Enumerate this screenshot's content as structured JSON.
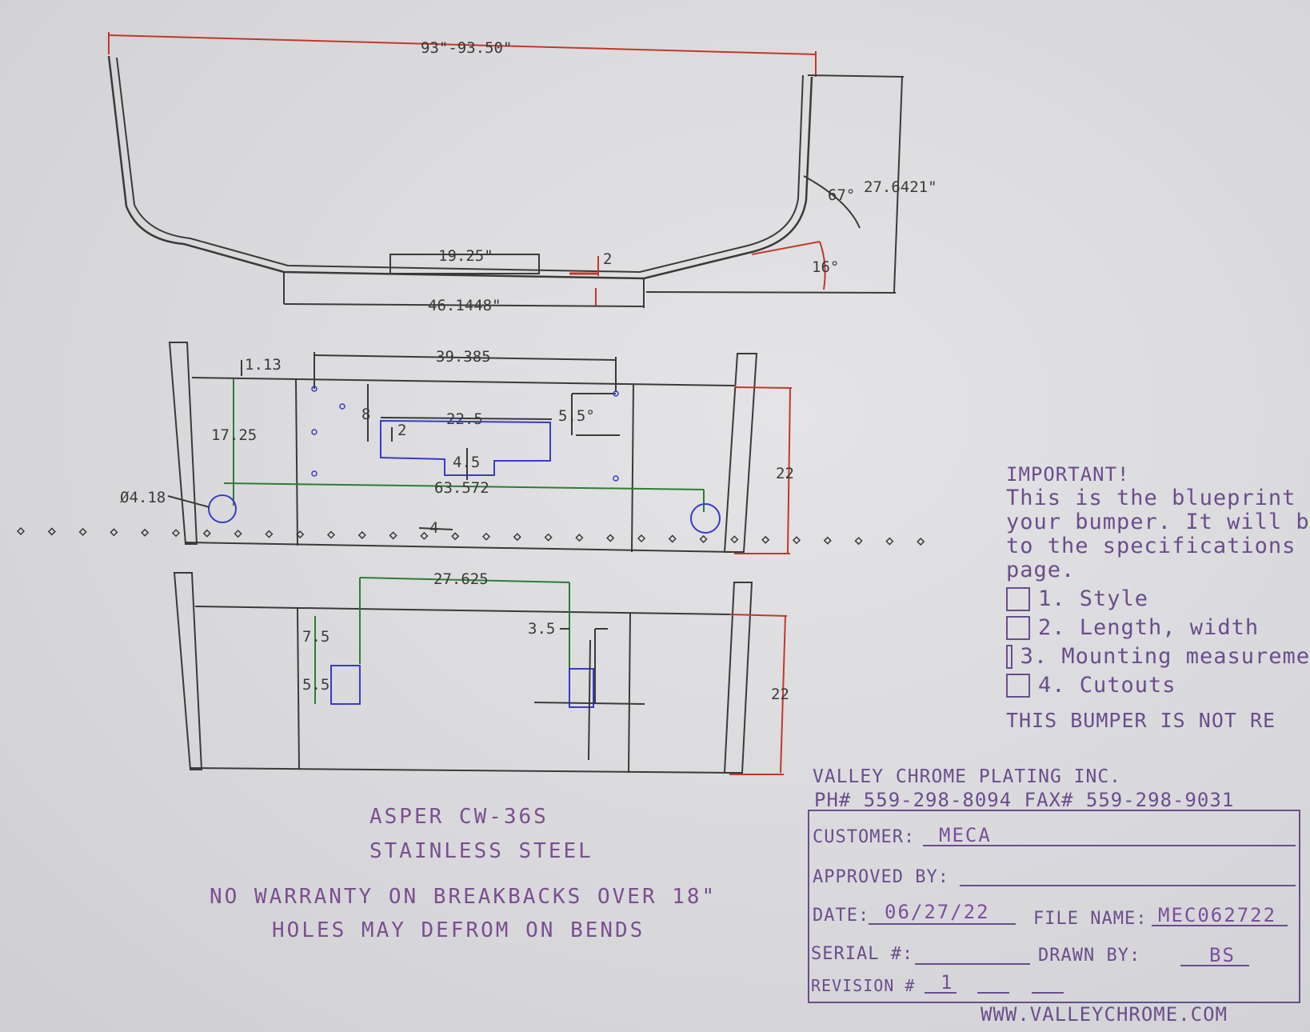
{
  "dimensions": {
    "overall_width": "93\"-93.50\"",
    "height": "27.6421\"",
    "angle_top": "67°",
    "angle_bottom": "16°",
    "top_cutout": "19.25\"",
    "center_width": "46.1448\"",
    "r2_a": "2",
    "d_1_13": "1.13",
    "d_39_385": "39.385",
    "d_17_25": "17.25",
    "d_8": "8",
    "d_22_5": "22.5",
    "r2_b": "2",
    "d_5_5_deg": "5.5°",
    "d_4_5": "4.5",
    "d_63_572": "63.572",
    "d_dia": "Ø4.18",
    "d_22_a": "22",
    "d_4": "4",
    "d_27_625": "27.625",
    "d_7_5": "7.5",
    "d_3_5": "3.5",
    "d_5_5": "5.5",
    "d_22_b": "22"
  },
  "important": {
    "heading": "IMPORTANT!",
    "lines": [
      "This is the blueprint",
      "your bumper. It will be",
      "to the specifications",
      "page."
    ],
    "checklist": [
      "1. Style",
      "2. Length, width",
      "3. Mounting measureme",
      "4. Cutouts"
    ],
    "warning": "THIS BUMPER IS NOT RE"
  },
  "product": {
    "model": "ASPER CW-36S",
    "material": "STAINLESS STEEL",
    "warning1": "NO WARRANTY ON BREAKBACKS OVER 18\"",
    "warning2": "HOLES MAY DEFROM ON BENDS"
  },
  "title_block": {
    "company": "VALLEY CHROME PLATING INC.",
    "phone": "PH# 559-298-8094 FAX# 559-298-9031",
    "customer_label": "CUSTOMER:",
    "customer": "MECA",
    "approved_label": "APPROVED BY:",
    "date_label": "DATE:",
    "date": "06/27/22",
    "file_label": "FILE NAME:",
    "file": "MEC062722",
    "serial_label": "SERIAL #:",
    "drawn_label": "DRAWN BY:",
    "drawn": "BS",
    "revision_label": "REVISION #",
    "revision": "1",
    "website": "WWW.VALLEYCHROME.COM"
  },
  "colors": {
    "outline": "#3a3a3a",
    "dimension_red": "#c0392b",
    "dimension_green": "#2e7d32",
    "cutout_blue": "#3a3ac8",
    "title_purple": "#6a4d8c"
  }
}
